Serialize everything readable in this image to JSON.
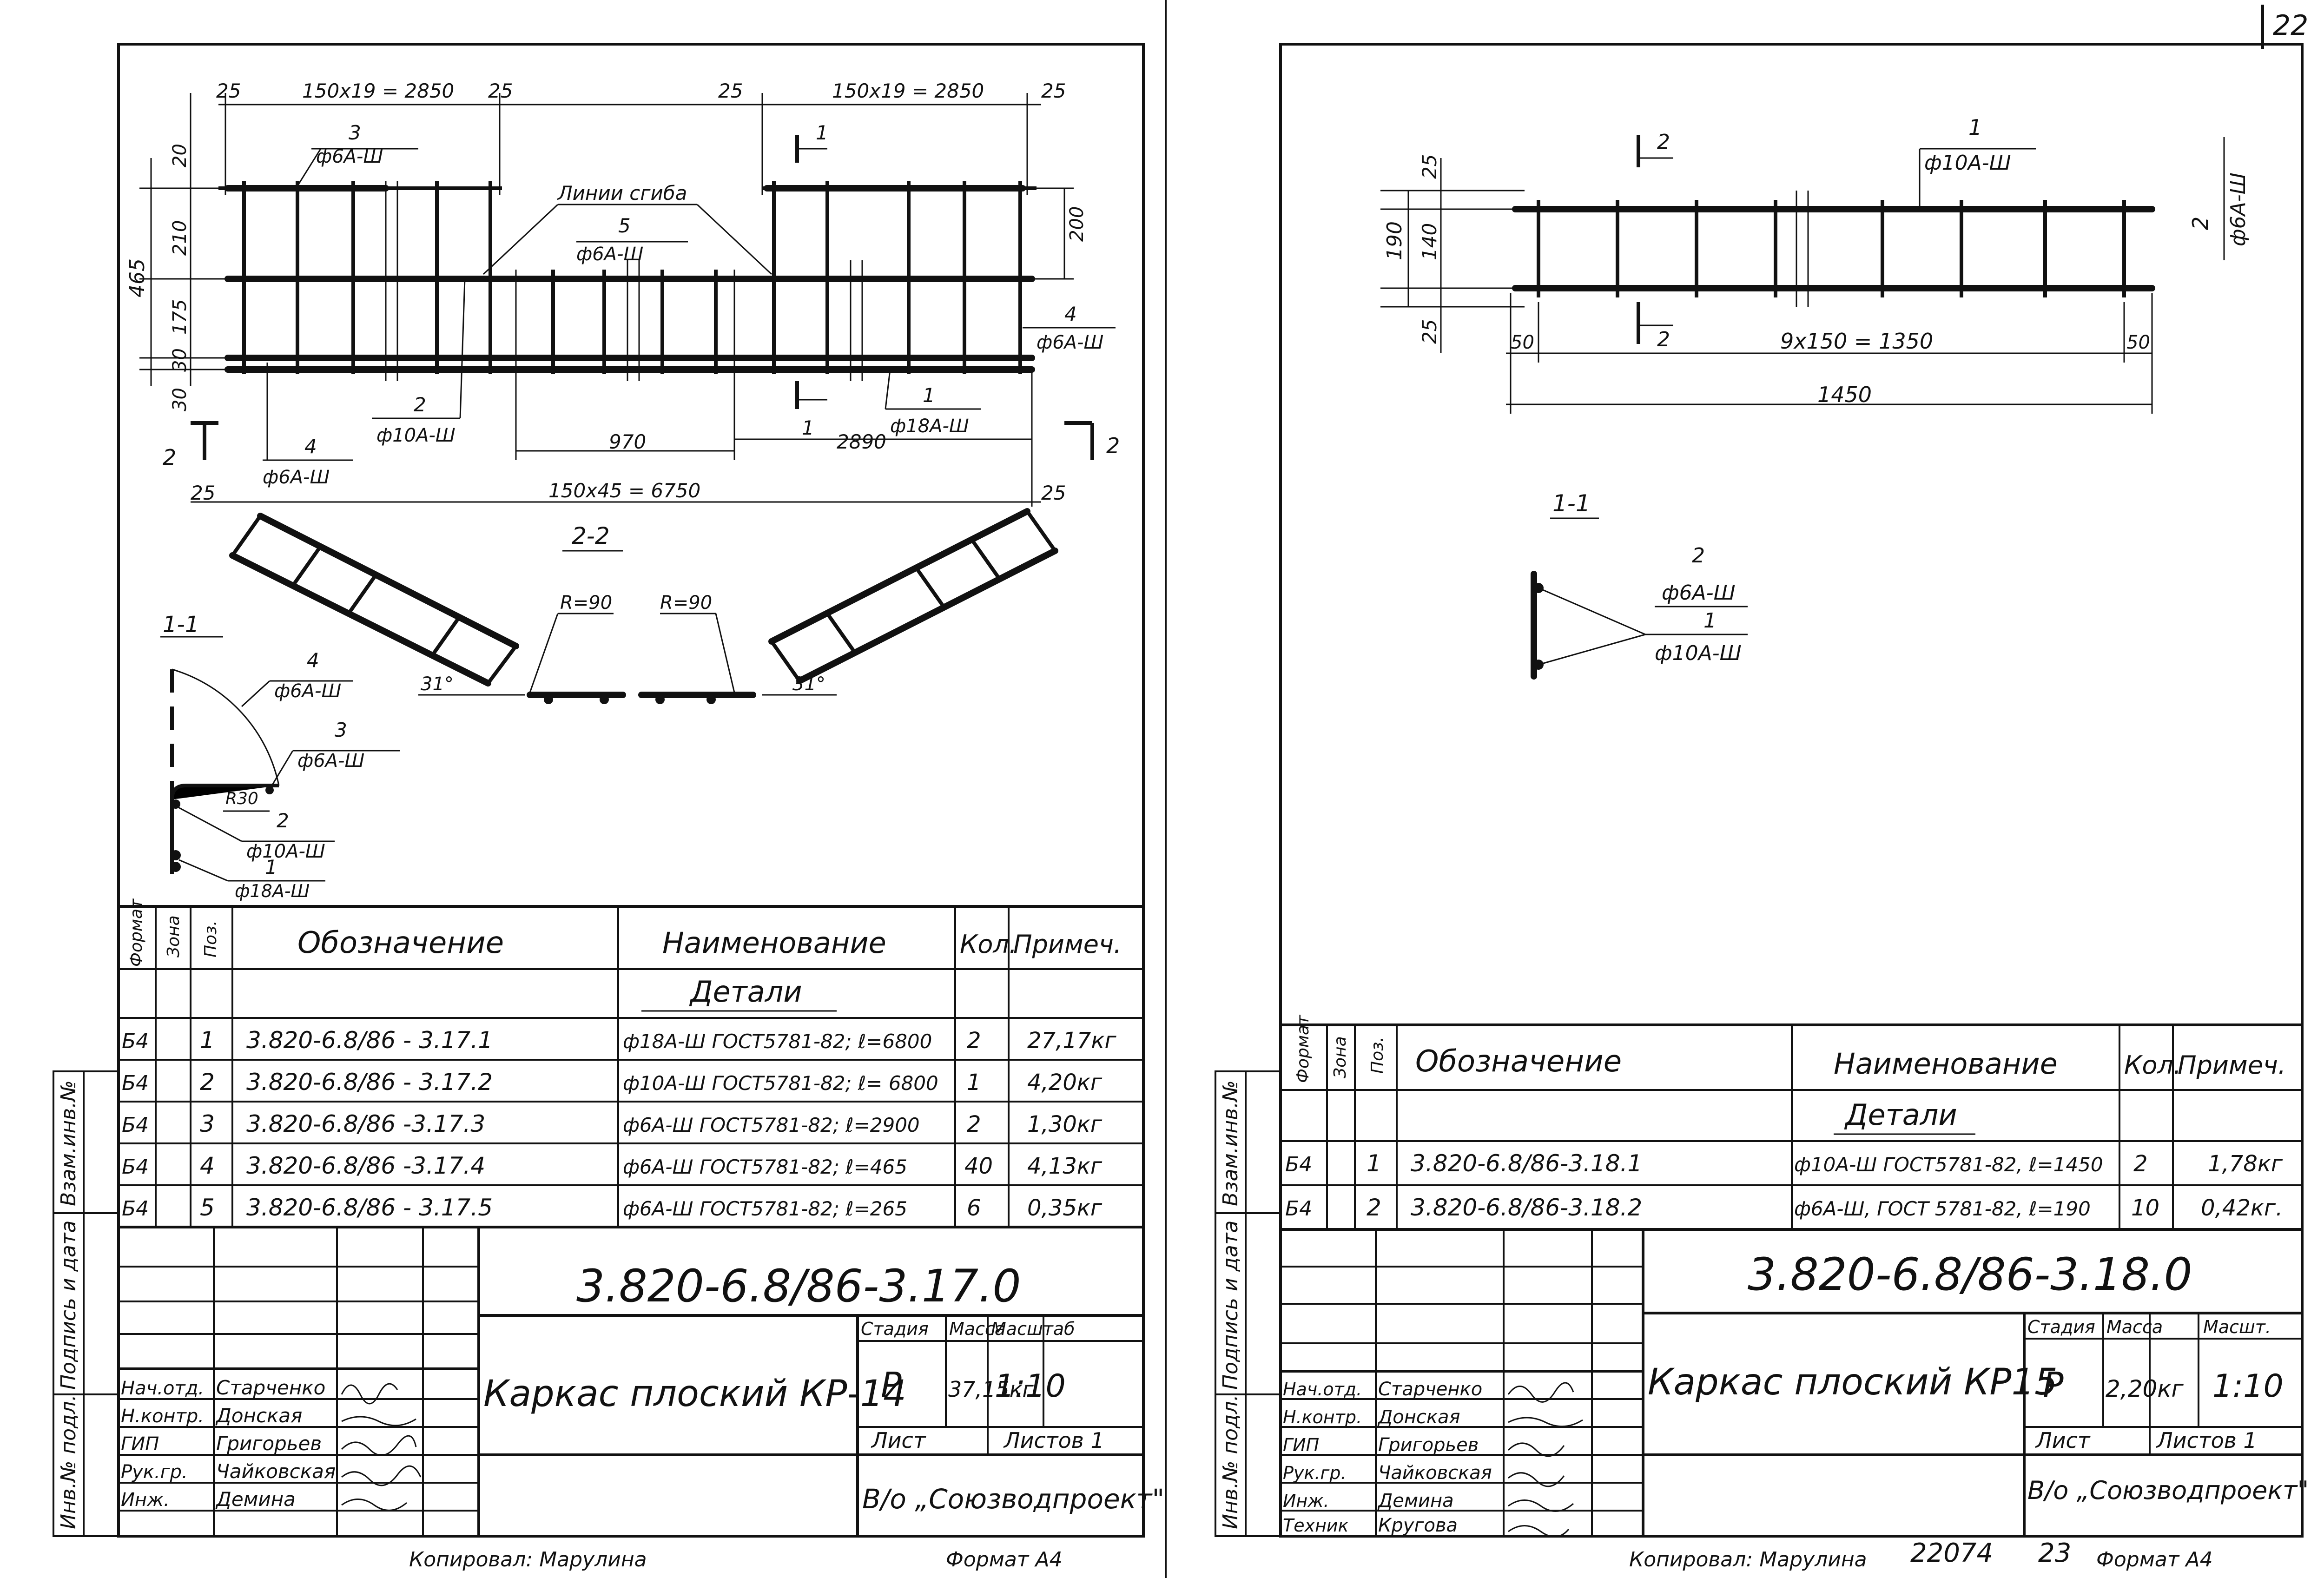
{
  "page_number_top": "22",
  "left_sheet": {
    "dims": {
      "top_left_25": "25",
      "top_left_span": "150х19 = 2850",
      "top_left_25b": "25",
      "top_right_25": "25",
      "top_right_span": "150х19 = 2850",
      "top_right_25b": "25",
      "left_20": "20",
      "left_210": "210",
      "left_175": "175",
      "left_30a": "30",
      "left_30b": "30",
      "left_465": "465",
      "right_200": "200",
      "dim_970": "970",
      "dim_2890": "2890",
      "bottom_25l": "25",
      "bottom_span": "150х45 = 6750",
      "bottom_25r": "25",
      "fold_lines": "Линии сгиба",
      "section_2_2": "2-2",
      "section_1_1": "1-1",
      "r90_left": "R=90",
      "r90_right": "R=90",
      "angle_left": "31°",
      "angle_right": "31°",
      "r30": "R30"
    },
    "callouts": {
      "p3_num": "3",
      "p3_bar": "ф6А-Ш",
      "p5_num": "5",
      "p5_bar": "ф6А-Ш",
      "p4r_num": "4",
      "p4r_bar": "ф6А-Ш",
      "p2_num": "2",
      "p2_bar": "ф10А-Ш",
      "p4_num": "4",
      "p4_bar": "ф6А-Ш",
      "p1_num": "1",
      "p1_bar": "ф18А-Ш",
      "cut1_top": "1",
      "cut1_bot": "1",
      "cut2_left": "2",
      "cut2_right": "2"
    },
    "section11": {
      "c4_num": "4",
      "c4_bar": "ф6А-Ш",
      "c3_num": "3",
      "c3_bar": "ф6А-Ш",
      "c2_num": "2",
      "c2_bar": "ф10А-Ш",
      "c1_num": "1",
      "c1_bar": "ф18А-Ш"
    },
    "spec": {
      "headers": [
        "Формат",
        "Зона",
        "Поз.",
        "Обозначение",
        "Наименование",
        "Кол.",
        "Примеч."
      ],
      "group_title": "Детали",
      "rows": [
        {
          "format": "Б4",
          "zone": "",
          "pos": "1",
          "designation": "3.820-6.8/86 - 3.17.1",
          "name": "ф18А-Ш ГОСТ5781-82; ℓ=6800",
          "qty": "2",
          "note": "27,17кг"
        },
        {
          "format": "Б4",
          "zone": "",
          "pos": "2",
          "designation": "3.820-6.8/86 - 3.17.2",
          "name": "ф10А-Ш ГОСТ5781-82; ℓ= 6800",
          "qty": "1",
          "note": "4,20кг"
        },
        {
          "format": "Б4",
          "zone": "",
          "pos": "3",
          "designation": "3.820-6.8/86 -3.17.3",
          "name": "ф6А-Ш ГОСТ5781-82; ℓ=2900",
          "qty": "2",
          "note": "1,30кг"
        },
        {
          "format": "Б4",
          "zone": "",
          "pos": "4",
          "designation": "3.820-6.8/86 -3.17.4",
          "name": "ф6А-Ш ГОСТ5781-82; ℓ=465",
          "qty": "40",
          "note": "4,13кг"
        },
        {
          "format": "Б4",
          "zone": "",
          "pos": "5",
          "designation": "3.820-6.8/86 - 3.17.5",
          "name": "ф6А-Ш ГОСТ5781-82; ℓ=265",
          "qty": "6",
          "note": "0,35кг"
        }
      ]
    },
    "title_block": {
      "code": "3.820-6.8/86-3.17.0",
      "title": "Каркас плоский КР-14",
      "stage_label": "Стадия",
      "mass_label": "Масса",
      "scale_label": "Масштаб",
      "stage": "Р",
      "mass": "37,15кг",
      "scale": "1:10",
      "sheet_label": "Лист",
      "sheets_label": "Листов 1",
      "org": "В/о „Союзводпроект\"",
      "people": [
        {
          "role": "Нач.отд.",
          "name": "Старченко"
        },
        {
          "role": "Н.контр.",
          "name": "Донская"
        },
        {
          "role": "ГИП",
          "name": "Григорьев"
        },
        {
          "role": "Рук.гр.",
          "name": "Чайковская"
        },
        {
          "role": "Инж.",
          "name": "Демина"
        }
      ],
      "copied": "Копировал: Марулина",
      "format": "Формат А4"
    },
    "side_stamps": [
      "Инв.№ подл.",
      "Подпись и дата",
      "Взам.инв.№"
    ]
  },
  "right_sheet": {
    "dims": {
      "d25a": "25",
      "d140": "140",
      "d190": "190",
      "d25b": "25",
      "d50l": "50",
      "span": "9х150 = 1350",
      "d50r": "50",
      "total": "1450",
      "section_1_1": "1-1"
    },
    "callouts": {
      "p1_num": "1",
      "p1_bar": "ф10А-Ш",
      "p2_num": "2",
      "p2_bar": "ф6А-Ш",
      "cut_top": "2",
      "cut_bot": "2",
      "s_p2_num": "2",
      "s_p2_bar": "ф6А-Ш",
      "s_p1_num": "1",
      "s_p1_bar": "ф10А-Ш"
    },
    "spec": {
      "headers": [
        "Формат",
        "Зона",
        "Поз.",
        "Обозначение",
        "Наименование",
        "Кол.",
        "Примеч."
      ],
      "group_title": "Детали",
      "rows": [
        {
          "format": "Б4",
          "zone": "",
          "pos": "1",
          "designation": "3.820-6.8/86-3.18.1",
          "name": "ф10А-Ш ГОСТ5781-82, ℓ=1450",
          "qty": "2",
          "note": "1,78кг"
        },
        {
          "format": "Б4",
          "zone": "",
          "pos": "2",
          "designation": "3.820-6.8/86-3.18.2",
          "name": "ф6А-Ш, ГОСТ 5781-82, ℓ=190",
          "qty": "10",
          "note": "0,42кг."
        }
      ]
    },
    "title_block": {
      "code": "3.820-6.8/86-3.18.0",
      "title": "Каркас плоский КР15",
      "stage_label": "Стадия",
      "mass_label": "Масса",
      "scale_label": "Масшт.",
      "stage": "Р",
      "mass": "2,20кг",
      "scale": "1:10",
      "sheet_label": "Лист",
      "sheets_label": "Листов 1",
      "org": "В/о „Союзводпроект\"",
      "people": [
        {
          "role": "Нач.отд.",
          "name": "Старченко"
        },
        {
          "role": "Н.контр.",
          "name": "Донская"
        },
        {
          "role": "ГИП",
          "name": "Григорьев"
        },
        {
          "role": "Рук.гр.",
          "name": "Чайковская"
        },
        {
          "role": "Инж.",
          "name": "Демина"
        },
        {
          "role": "Техник",
          "name": "Кругова"
        }
      ],
      "copied": "Копировал: Марулина",
      "number": "22074",
      "page": "23",
      "format": "Формат А4"
    },
    "side_stamps": [
      "Инв.№ подл.",
      "Подпись и дата",
      "Взам.инв.№"
    ]
  }
}
